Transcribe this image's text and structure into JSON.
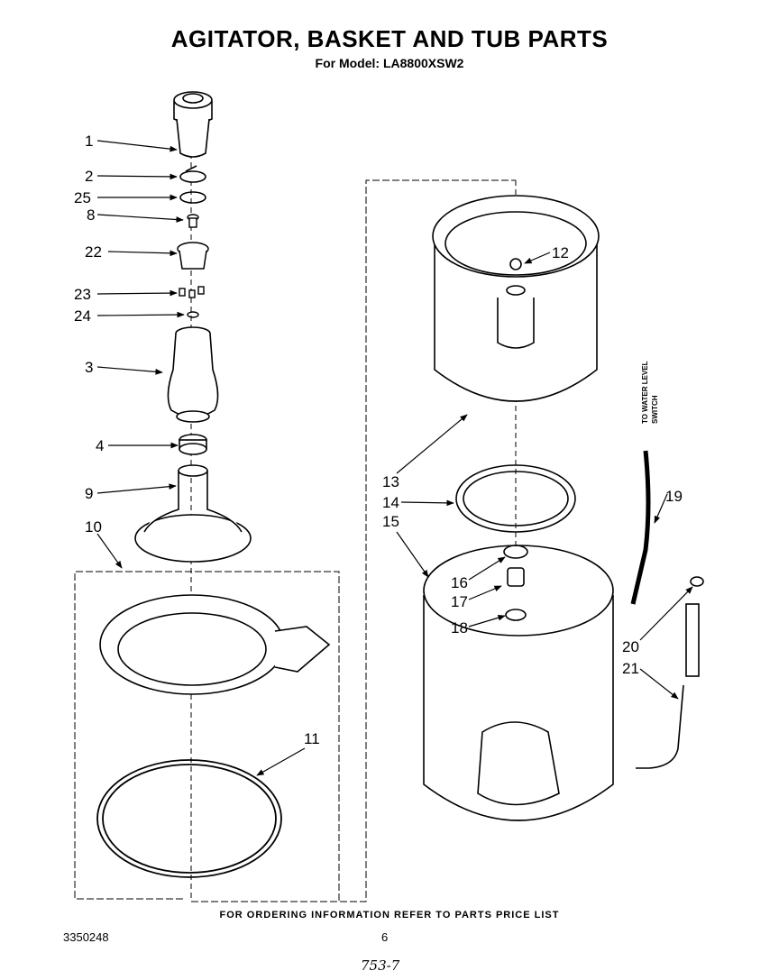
{
  "header": {
    "title": "AGITATOR, BASKET AND TUB PARTS",
    "subtitle": "For Model: LA8800XSW2"
  },
  "callouts": [
    "1",
    "2",
    "25",
    "8",
    "22",
    "23",
    "24",
    "3",
    "4",
    "9",
    "10",
    "11",
    "12",
    "13",
    "14",
    "15",
    "16",
    "17",
    "18",
    "19",
    "20",
    "21"
  ],
  "side_note": {
    "line1": "TO WATER LEVEL",
    "line2": "SWITCH"
  },
  "footer": {
    "note": "FOR ORDERING INFORMATION REFER TO PARTS PRICE LIST",
    "doc_number": "3350248",
    "page_number": "6",
    "handwritten": "753-7"
  }
}
